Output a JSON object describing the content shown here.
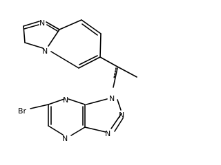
{
  "molecule": {
    "atoms": {
      "imidazole_n1": "N",
      "imidazole_n4": "N",
      "triazole_n1": "N",
      "triazole_n2": "N",
      "triazole_n3": "N",
      "pyrazine_n4": "N",
      "pyrazine_n7": "N",
      "bromo": "Br"
    }
  }
}
